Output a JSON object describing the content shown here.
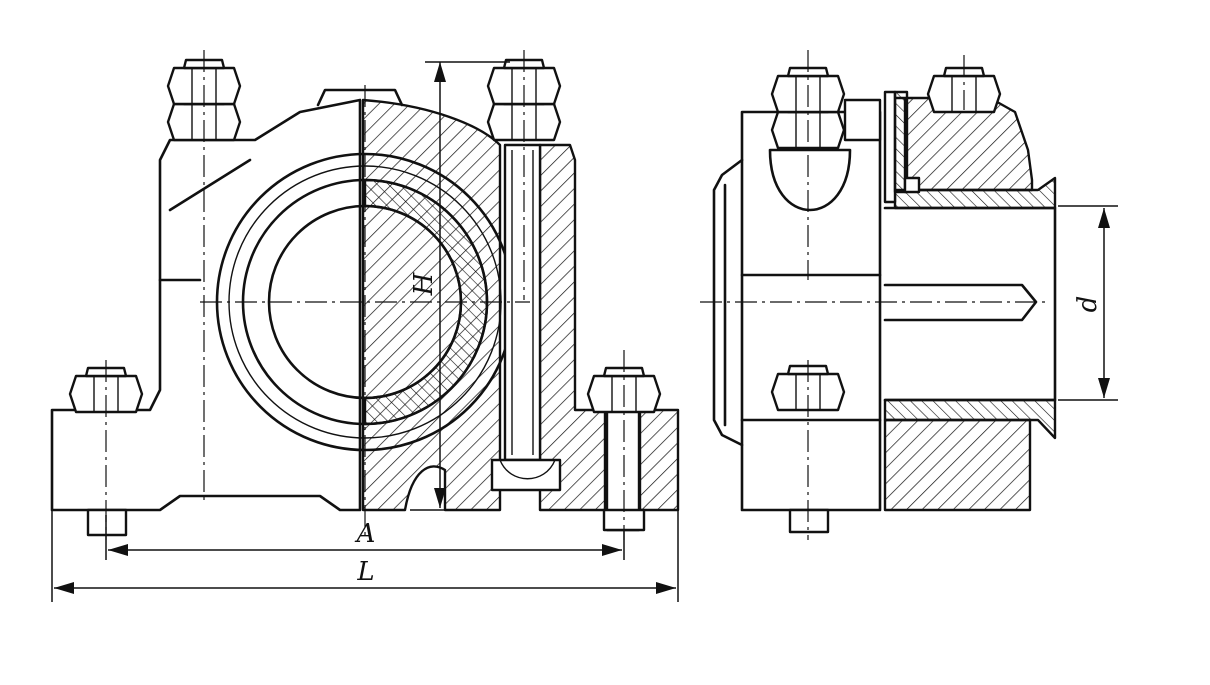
{
  "dimensions": {
    "A": "A",
    "L": "L",
    "H": "H",
    "d": "d"
  }
}
